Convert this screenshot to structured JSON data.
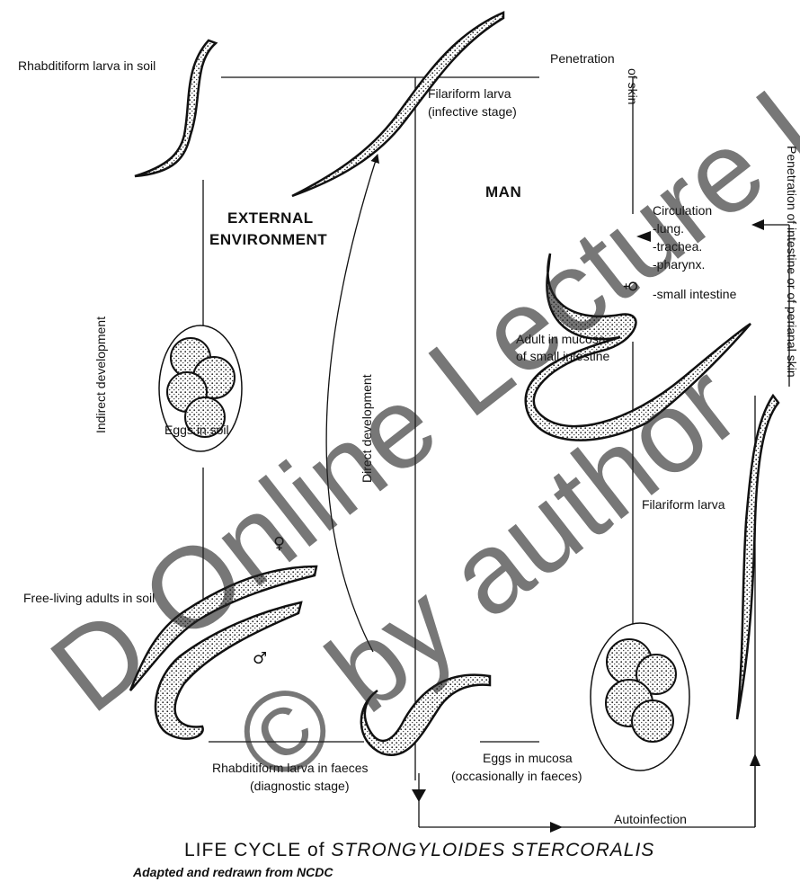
{
  "labels": {
    "rhabditiform_soil": "Rhabditiform larva in soil",
    "penetration": "Penetration",
    "of_skin": "of skin",
    "filariform_top_1": "Filariform larva",
    "filariform_top_2": "(infective stage)",
    "man": "MAN",
    "external_1": "EXTERNAL",
    "external_2": "ENVIRONMENT",
    "circulation": "Circulation",
    "route_1": "-lung.",
    "route_2": "-trachea.",
    "route_3": "-pharynx.",
    "route_4": "-small intestine",
    "penetration_intestine": "Penetration of intestine or of perianal skin",
    "adult_mucosa_1": "Adult in mucosa",
    "adult_mucosa_2": "of small intestine",
    "indirect_dev": "Indirect development",
    "direct_dev": "Direct development",
    "eggs_soil": "Eggs in soil",
    "filariform_right": "Filariform larva",
    "free_living": "Free-living adults in soil",
    "rhabditiform_faeces_1": "Rhabditiform larva in faeces",
    "rhabditiform_faeces_2": "(diagnostic stage)",
    "eggs_mucosa_1": "Eggs in mucosa",
    "eggs_mucosa_2": "(occasionally in faeces)",
    "autoinfection": "Autoinfection",
    "female_symbol": "♀",
    "male_symbol": "♂"
  },
  "caption": {
    "prefix": "LIFE CYCLE of",
    "species": "STRONGYLOIDES STERCORALIS",
    "credit": "Adapted and redrawn from NCDC"
  },
  "watermark": {
    "line1": "D Online Lecture L",
    "line2": "© by author"
  }
}
